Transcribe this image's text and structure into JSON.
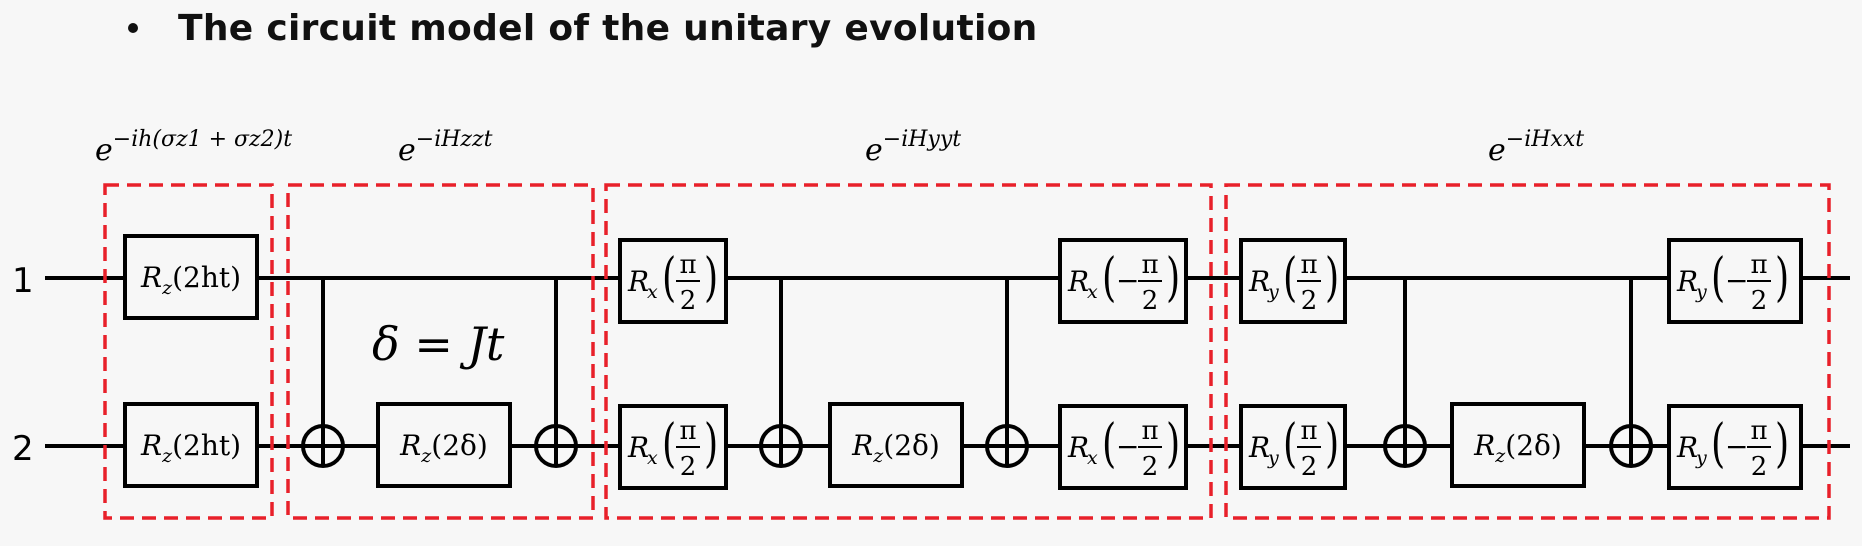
{
  "title": "The circuit model of the unitary evolution",
  "colors": {
    "frame": "#e8202a",
    "ink": "#000000",
    "background": "#f7f7f7"
  },
  "qubits": [
    "1",
    "2"
  ],
  "stages": [
    {
      "label_base": "e",
      "label_exp": "−ih(σz1 + σz2)t"
    },
    {
      "label_base": "e",
      "label_exp": "−iHzzt"
    },
    {
      "label_base": "e",
      "label_exp": "−iHyyt"
    },
    {
      "label_base": "e",
      "label_exp": "−iHxxt"
    }
  ],
  "annotation": "δ = Jt",
  "gates": {
    "rz_2ht": {
      "op": "R",
      "sub": "z",
      "arg": "(2ht)"
    },
    "rz_2delta": {
      "op": "R",
      "sub": "z",
      "arg": "(2δ)"
    },
    "rx_pi2": {
      "op": "R",
      "sub": "x",
      "num": "π",
      "den": "2",
      "sign": ""
    },
    "rx_mpi2": {
      "op": "R",
      "sub": "x",
      "num": "π",
      "den": "2",
      "sign": "−"
    },
    "ry_pi2": {
      "op": "R",
      "sub": "y",
      "num": "π",
      "den": "2",
      "sign": ""
    },
    "ry_mpi2": {
      "op": "R",
      "sub": "y",
      "num": "π",
      "den": "2",
      "sign": "−"
    }
  }
}
